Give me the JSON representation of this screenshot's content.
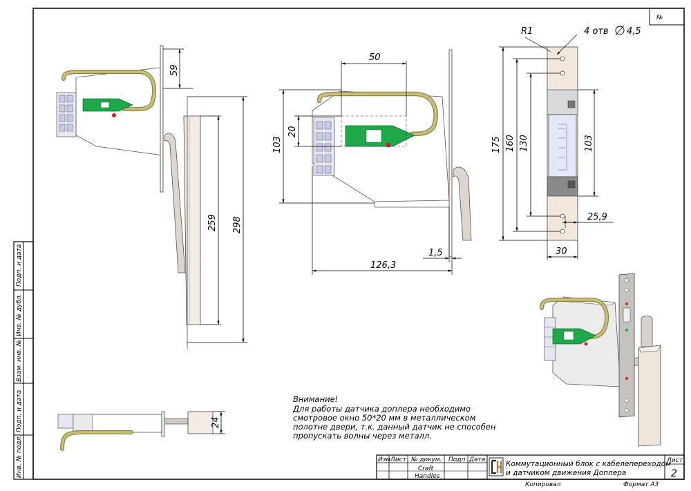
{
  "sheet_no_label": "№",
  "note": {
    "heading": "Внимание!",
    "lines": [
      "Для работы датчика доплера необходимо",
      "смотровое окно 50*20 мм в металлическом",
      "полотне двери, т.к. данный датчик не способен",
      "пропускать волны через металл."
    ]
  },
  "side_view": {
    "dim_top": "59",
    "dim_259": "259",
    "dim_298": "298"
  },
  "front_view": {
    "dim_width_window": "50",
    "dim_height_block": "103",
    "dim_height_window": "20",
    "dim_126_3": "126,3",
    "dim_1_5": "1,5"
  },
  "plate_view": {
    "radius": "R1",
    "holes": "4 отв",
    "hole_diam": "4,5",
    "dim_175": "175",
    "dim_160": "160",
    "dim_130": "130",
    "dim_103": "103",
    "dim_25_9": "25,9",
    "dim_30": "30"
  },
  "bottom_view": {
    "dim_24": "24"
  },
  "left_stamp": [
    "Подп. и дата",
    "Инв. № дубл.",
    "Взам. инв. №",
    "Подп. и дата",
    "Инв. № подл."
  ],
  "title_block": {
    "headers": [
      "Изм",
      "Лист",
      "№ докум.",
      "Подп.",
      "Дата"
    ],
    "author_line1": "Craft",
    "author_line2": "Handles",
    "title_line1": "Коммутационный блок с кабелепереходом",
    "title_line2": "и датчиком движения Доплера",
    "sheet_label": "Лист",
    "sheet_number": "2",
    "copied": "Копировал",
    "format": "Формат А3"
  },
  "colors": {
    "sensor_green": "#1ea84a",
    "cable_olive": "#b7ab62",
    "plate_beige": "#f1e7dd",
    "connector_blue": "#b9bde6"
  }
}
